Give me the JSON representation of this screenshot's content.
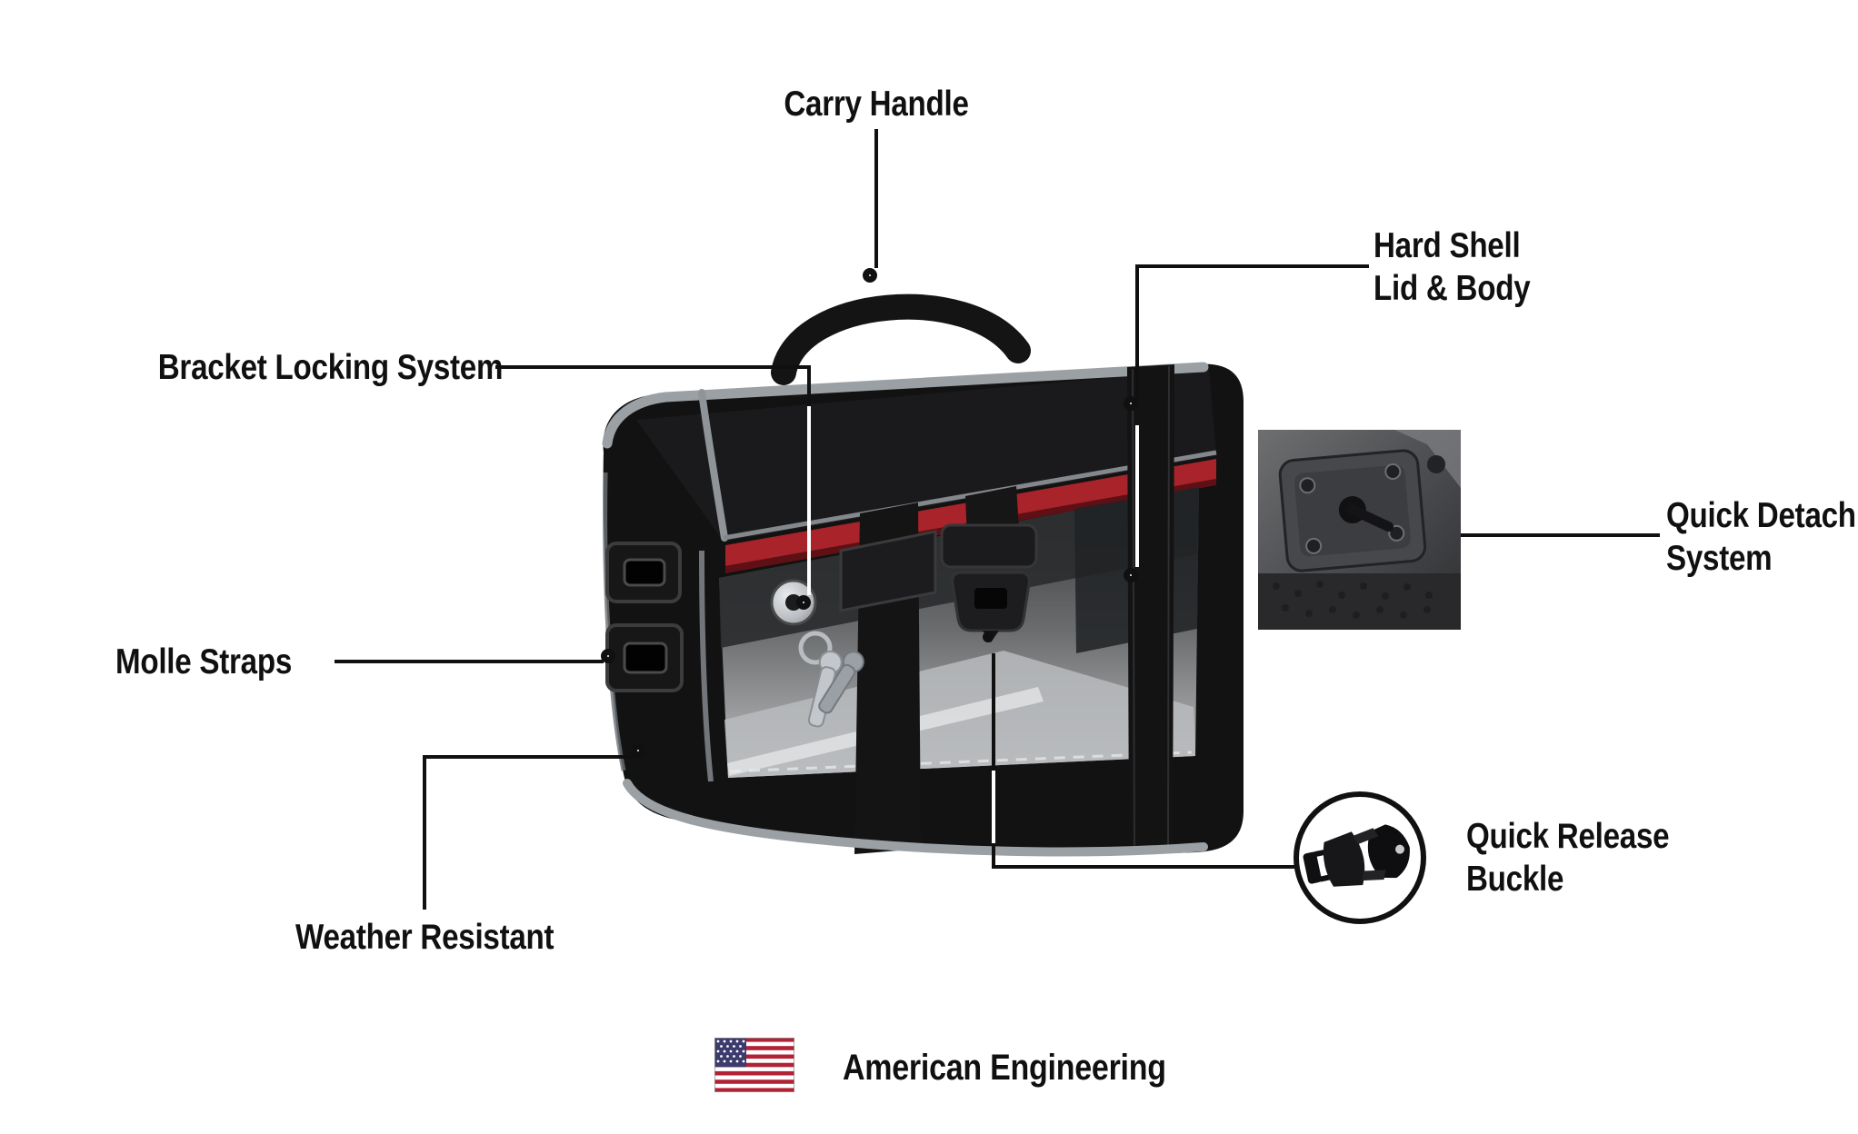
{
  "page": {
    "background": "#ffffff"
  },
  "callouts": {
    "carry_handle": {
      "label": "Carry Handle"
    },
    "hard_shell": {
      "line1": "Hard Shell",
      "line2": "Lid & Body"
    },
    "bracket_locking": {
      "label": "Bracket Locking System"
    },
    "molle_straps": {
      "label": "Molle Straps"
    },
    "weather_resistant": {
      "label": "Weather Resistant"
    },
    "quick_detach": {
      "line1": "Quick Detach",
      "line2": "System"
    },
    "quick_release": {
      "line1": "Quick Release",
      "line2": "Buckle"
    }
  },
  "footer": {
    "american_engineering": "American Engineering"
  },
  "icons": {
    "flag": "us-flag-icon",
    "bag": "saddlebag-illustration",
    "quick_detach_inset": "quick-detach-mount-photo",
    "quick_release_inset": "quick-release-buckle-photo"
  },
  "colors": {
    "text": "#101010",
    "callout_line": "#101010",
    "bag_black": "#121212",
    "trim_gray": "#9ba0a4",
    "accent_red": "#a8232a",
    "flag_red": "#b22234",
    "flag_blue": "#3c3b6e"
  }
}
